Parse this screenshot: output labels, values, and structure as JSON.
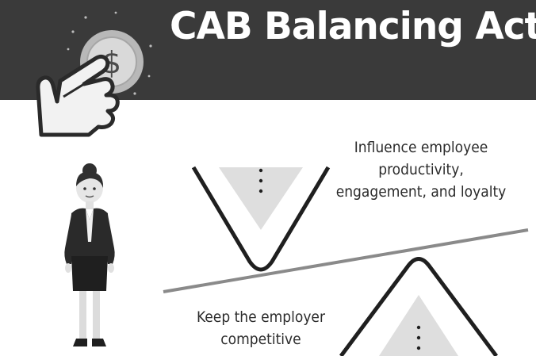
{
  "header": {
    "title": "CAB Balancing Act",
    "icon": "hand-pressing-coin-icon",
    "coin_symbol": "$"
  },
  "captions": {
    "top": "Influence employee productivity, engagement, and loyalty",
    "bottom": "Keep the employer competitive"
  },
  "figures": {
    "person": "businesswoman-illustration"
  },
  "colors": {
    "header_background": "#3a3a3a",
    "title": "#ffffff",
    "shape_fill": "#dcdcdc",
    "line": "#2a2a2a",
    "text": "#2b2b2b"
  }
}
